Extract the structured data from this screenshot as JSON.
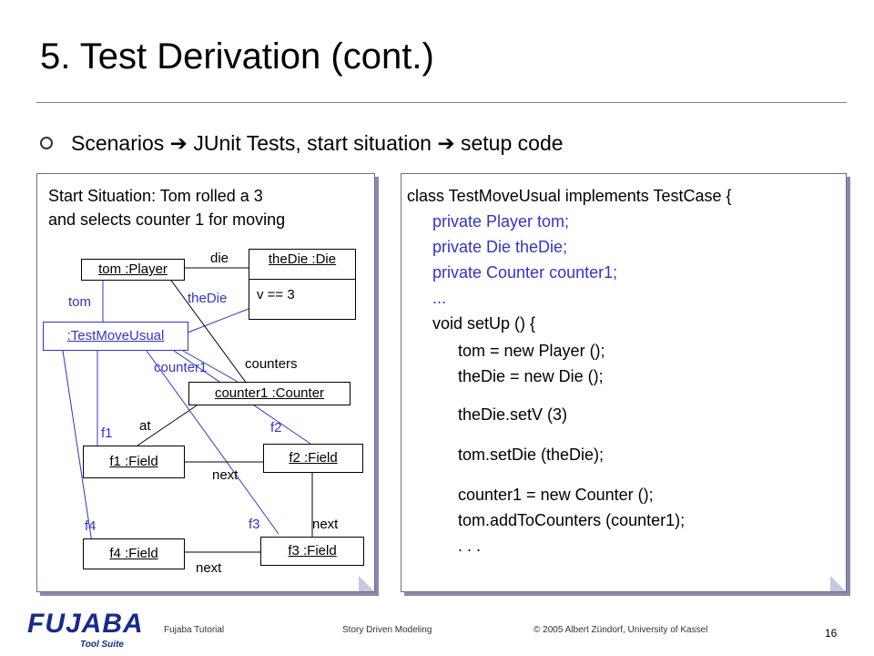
{
  "slide": {
    "title": "5. Test Derivation (cont.)",
    "bullet": "Scenarios ➔ JUnit Tests, start situation ➔ setup code",
    "page_number": "16"
  },
  "diagram": {
    "caption_line1": "Start Situation: Tom rolled a 3",
    "caption_line2": "and selects counter 1 for moving",
    "objects": {
      "tom": "tom :Player",
      "thedie": "theDie :Die",
      "thedie_attr": "v == 3",
      "testmove": ":TestMoveUsual",
      "counter1": "counter1 :Counter",
      "f1": "f1 :Field",
      "f2": "f2 :Field",
      "f3": "f3 :Field",
      "f4": "f4 :Field"
    },
    "labels": {
      "die": "die",
      "thedie": "theDie",
      "tom": "tom",
      "counter1": "counter1",
      "counters": "counters",
      "at": "at",
      "f1": "f1",
      "f2": "f2",
      "f3": "f3",
      "f4": "f4",
      "next1": "next",
      "next2": "next",
      "next3": "next"
    }
  },
  "code": {
    "lines": [
      "class TestMoveUsual implements TestCase {",
      "private Player tom;",
      "private Die theDie;",
      "private Counter counter1;",
      "...",
      "void setUp () {",
      "tom = new Player ();",
      "theDie = new Die ();",
      "theDie.setV (3)",
      "tom.setDie (theDie);",
      "counter1 = new Counter ();",
      "tom.addToCounters (counter1);",
      ". . ."
    ]
  },
  "footer": {
    "left": "Fujaba Tutorial",
    "center": "Story Driven Modeling",
    "right": "© 2005 Albert Zündorf, University of Kassel"
  },
  "logo": {
    "main": "FUJABA",
    "sub": "Tool Suite"
  },
  "colors": {
    "accent": "#3333cc",
    "logo": "#1a2a8a"
  }
}
